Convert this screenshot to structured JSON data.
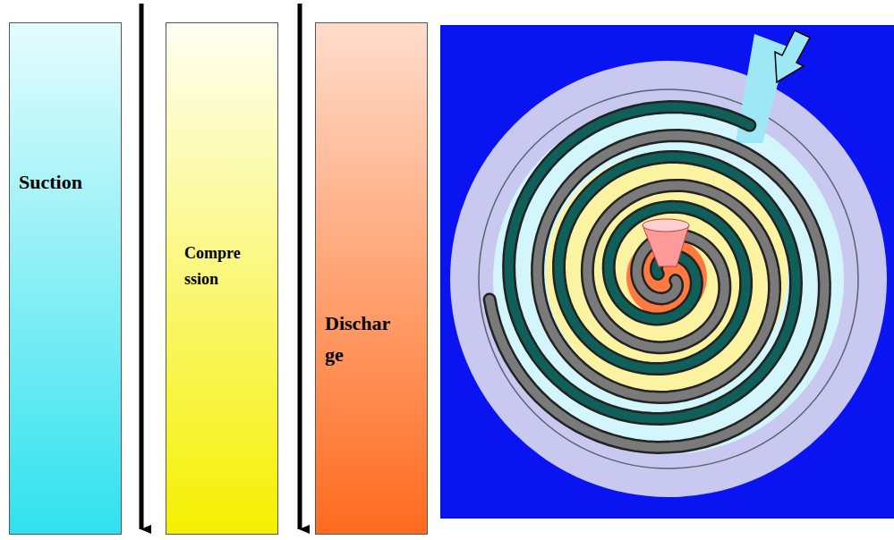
{
  "diagram": {
    "nodes": [
      {
        "text": [
          "Suction"
        ]
      },
      {
        "text": [
          "Compre ssion"
        ]
      },
      {
        "text": [
          "Dischar ge"
        ]
      }
    ]
  }
}
